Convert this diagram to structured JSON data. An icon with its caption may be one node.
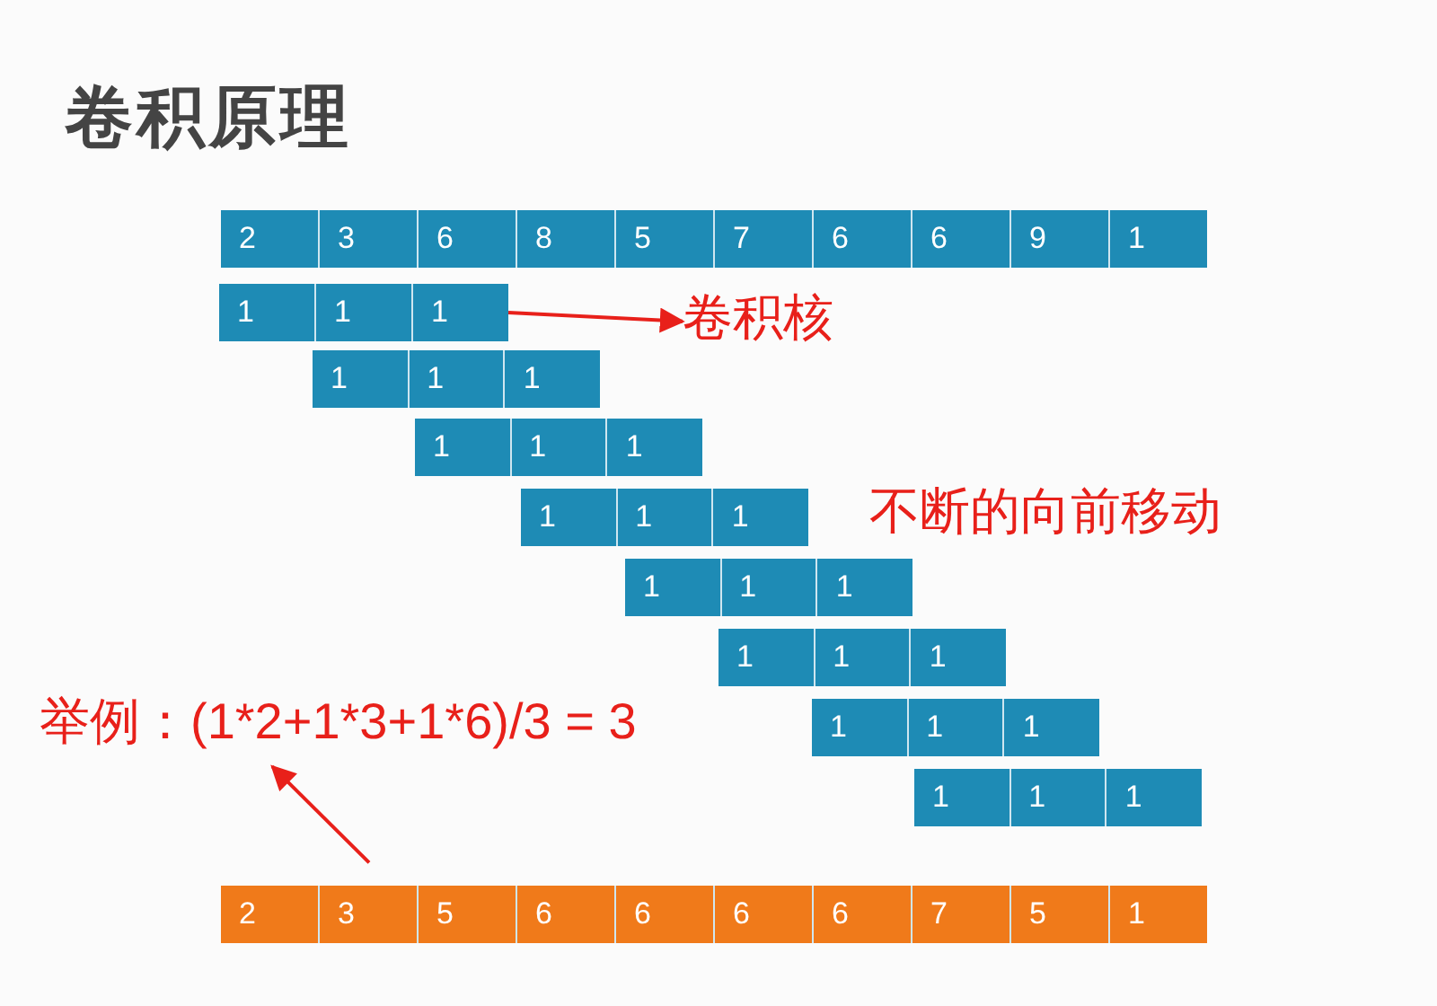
{
  "diagram": {
    "title": "卷积原理",
    "nodes": [
      {
        "text": [],
        "shape": "bar"
      },
      {
        "text": [
          "2"
        ],
        "in": 0
      },
      {
        "text": [
          "3"
        ],
        "in": 0
      },
      {
        "text": [
          "6"
        ],
        "in": 0
      },
      {
        "text": [
          "8"
        ],
        "in": 0
      },
      {
        "text": [
          "5"
        ],
        "in": 0
      },
      {
        "text": [
          "7"
        ],
        "in": 0
      },
      {
        "text": [
          "6"
        ],
        "in": 0
      },
      {
        "text": [
          "6"
        ],
        "in": 0
      },
      {
        "text": [
          "9"
        ],
        "in": 0
      },
      {
        "text": [
          "1"
        ],
        "in": 0
      },
      {
        "text": [],
        "shape": "bar"
      },
      {
        "text": [
          "1"
        ],
        "in": 11
      },
      {
        "text": [
          "1"
        ],
        "in": 11
      },
      {
        "text": [
          "1"
        ],
        "in": 11
      },
      {
        "text": [],
        "shape": "bar"
      },
      {
        "text": [
          "1"
        ],
        "in": 15
      },
      {
        "text": [
          "1"
        ],
        "in": 15
      },
      {
        "text": [
          "1"
        ],
        "in": 15
      },
      {
        "text": [],
        "shape": "bar"
      },
      {
        "text": [
          "1"
        ],
        "in": 19
      },
      {
        "text": [
          "1"
        ],
        "in": 19
      },
      {
        "text": [
          "1"
        ],
        "in": 19
      },
      {
        "text": [],
        "shape": "bar"
      },
      {
        "text": [
          "1"
        ],
        "in": 23
      },
      {
        "text": [
          "1"
        ],
        "in": 23
      },
      {
        "text": [
          "1"
        ],
        "in": 23
      },
      {
        "text": [],
        "shape": "bar"
      },
      {
        "text": [
          "1"
        ],
        "in": 27
      },
      {
        "text": [
          "1"
        ],
        "in": 27
      },
      {
        "text": [
          "1"
        ],
        "in": 27
      },
      {
        "text": [],
        "shape": "bar"
      },
      {
        "text": [
          "1"
        ],
        "in": 31
      },
      {
        "text": [
          "1"
        ],
        "in": 31
      },
      {
        "text": [
          "1"
        ],
        "in": 31
      },
      {
        "text": [],
        "shape": "bar"
      },
      {
        "text": [
          "1"
        ],
        "in": 35
      },
      {
        "text": [
          "1"
        ],
        "in": 35
      },
      {
        "text": [
          "1"
        ],
        "in": 35
      },
      {
        "text": [],
        "shape": "bar"
      },
      {
        "text": [
          "1"
        ],
        "in": 39
      },
      {
        "text": [
          "1"
        ],
        "in": 39
      },
      {
        "text": [
          "1"
        ],
        "in": 39
      },
      {
        "text": [
          "卷积核"
        ]
      },
      {
        "text": [
          "举例：(1*2+1*3+1*6)/3 = 3"
        ]
      },
      {
        "text": [],
        "shape": "bar"
      },
      {
        "text": [
          "2"
        ],
        "in": 45
      },
      {
        "text": [
          "3"
        ],
        "in": 45
      },
      {
        "text": [
          "5"
        ],
        "in": 45
      },
      {
        "text": [
          "6"
        ],
        "in": 45
      },
      {
        "text": [
          "6"
        ],
        "in": 45
      },
      {
        "text": [
          "6"
        ],
        "in": 45
      },
      {
        "text": [
          "6"
        ],
        "in": 45
      },
      {
        "text": [
          "7"
        ],
        "in": 45
      },
      {
        "text": [
          "5"
        ],
        "in": 45
      },
      {
        "text": [
          "1"
        ],
        "in": 45
      }
    ],
    "edges": [
      {
        "from": 11,
        "to": 43,
        "arrow": "to"
      },
      {
        "from": 47,
        "to": 44,
        "arrow": "to"
      }
    ],
    "labels": [
      "不断的向前移动"
    ]
  }
}
